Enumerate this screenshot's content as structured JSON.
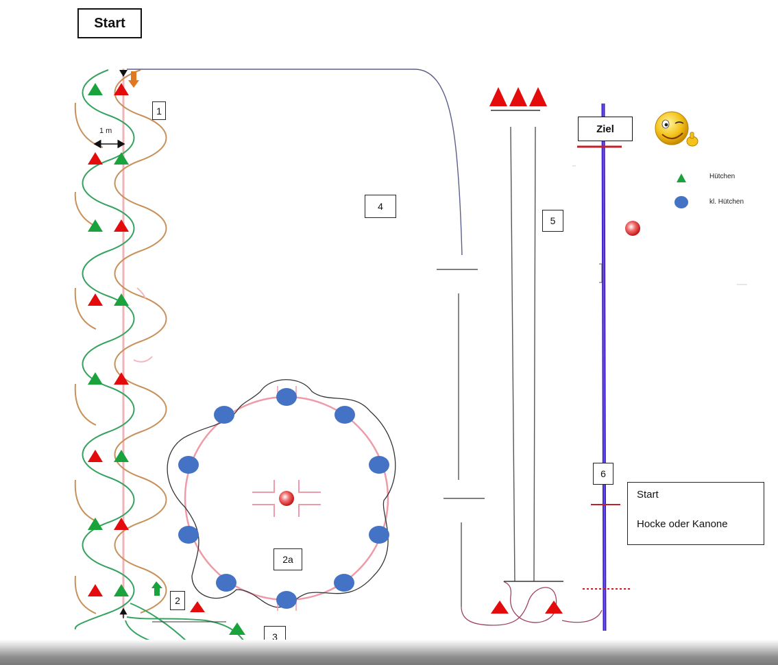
{
  "labels": {
    "start": "Start",
    "ziel": "Ziel",
    "station_1": "1",
    "station_2": "2",
    "station_2a": "2a",
    "station_3": "3",
    "station_4": "4",
    "station_5": "5",
    "station_6": "6",
    "distance": "1 m",
    "start_6_title": "Start",
    "start_6_text": "Hocke oder Kanone"
  },
  "legend": [
    {
      "symbol": "green-triangle",
      "label": "Hütchen"
    },
    {
      "symbol": "blue-circle",
      "label": "kl. Hütchen"
    }
  ],
  "colors": {
    "cone_red": "#e30b0b",
    "cone_green": "#1aa23c",
    "small_cone_blue": "#4472c4",
    "runway_line": "#3b1fd0",
    "circle_line": "#ef9aa8",
    "wave_green": "#35a25f",
    "wave_orange": "#c8905a",
    "arrow_orange": "#e07820",
    "arrow_green": "#1aa23c"
  }
}
